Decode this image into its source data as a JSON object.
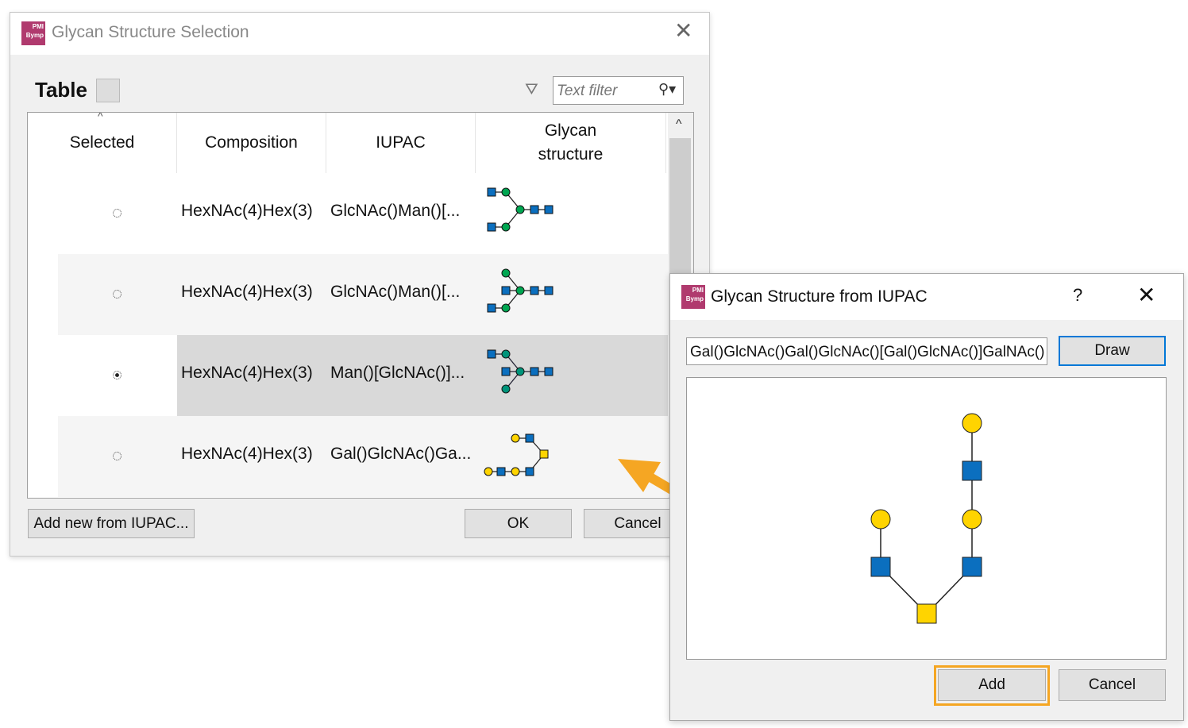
{
  "selection_dialog": {
    "logo_text": "PMI Bymp",
    "title": "Glycan Structure Selection",
    "table_label": "Table",
    "filter_placeholder": "Text filter",
    "columns": [
      "Selected",
      "Composition",
      "IUPAC",
      "Glycan structure"
    ],
    "rows": [
      {
        "selected": false,
        "composition": "HexNAc(4)Hex(3)",
        "iupac": "GlcNAc()Man()[..."
      },
      {
        "selected": false,
        "composition": "HexNAc(4)Hex(3)",
        "iupac": "GlcNAc()Man()[..."
      },
      {
        "selected": true,
        "composition": "HexNAc(4)Hex(3)",
        "iupac": "Man()[GlcNAc()]..."
      },
      {
        "selected": false,
        "composition": "HexNAc(4)Hex(3)",
        "iupac": "Gal()GlcNAc()Ga..."
      }
    ],
    "add_new_label": "Add new from IUPAC...",
    "ok_label": "OK",
    "cancel_label": "Cancel"
  },
  "iupac_dialog": {
    "logo_text": "PMI Bymp",
    "title": "Glycan Structure from IUPAC",
    "help_label": "?",
    "iupac_value": "Gal()GlcNAc()Gal()GlcNAc()[Gal()GlcNAc()]GalNAc()",
    "draw_label": "Draw",
    "add_label": "Add",
    "cancel_label": "Cancel"
  },
  "colors": {
    "glcnac": "#0b6fbf",
    "man": "#00a651",
    "gal": "#ffd400",
    "highlight": "#f5a623"
  }
}
